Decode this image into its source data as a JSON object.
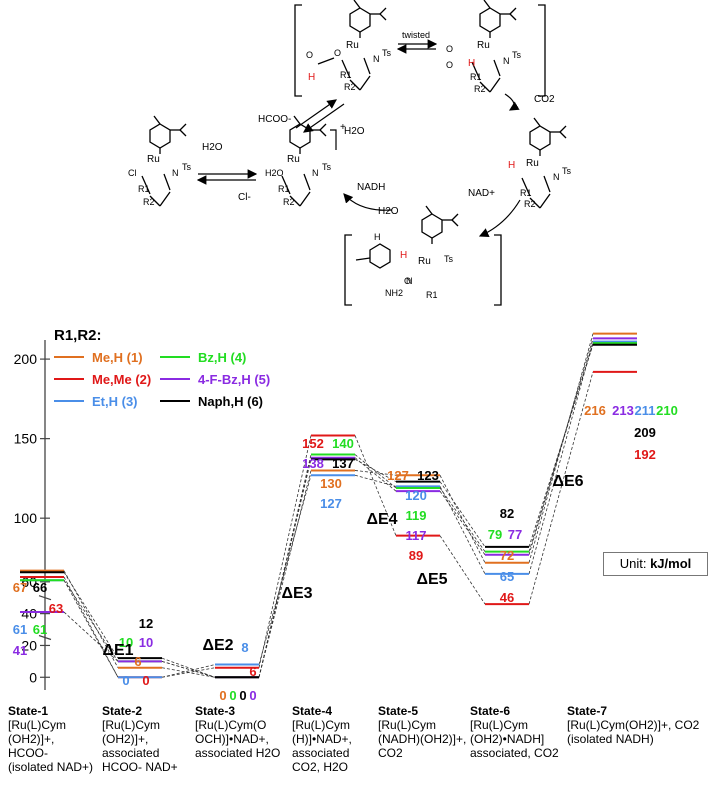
{
  "scheme": {
    "arrow_labels": {
      "twisted": "twisted",
      "h2o_left": "H2O",
      "cl": "Cl-",
      "hcoo": "HCOO-",
      "h2o_mid": "H2O",
      "co2": "CO2",
      "nadh": "NADH",
      "h2o_bottom": "H2O",
      "nad_plus": "NAD+"
    },
    "atom_labels": {
      "ru": "Ru",
      "ts": "Ts",
      "n": "N",
      "o": "O",
      "h": "H",
      "cl": "Cl",
      "r1": "R1",
      "r2": "R2",
      "nh2": "NH2",
      "h2o": "H2O",
      "charge": "+"
    }
  },
  "legend": {
    "title": "R1,R2:",
    "entries": [
      {
        "label": "Me,H (1)",
        "color": "#e07020"
      },
      {
        "label": "Me,Me (2)",
        "color": "#e01818"
      },
      {
        "label": "Et,H (3)",
        "color": "#4a8ee8"
      },
      {
        "label": "Bz,H (4)",
        "color": "#22dd22"
      },
      {
        "label": "4-F-Bz,H (5)",
        "color": "#8a2be2"
      },
      {
        "label": "Naph,H (6)",
        "color": "#000000"
      }
    ]
  },
  "unit_label": {
    "prefix": "Unit: ",
    "unit": "kJ/mol"
  },
  "chart_data": {
    "type": "energy-profile",
    "ylim": [
      -8,
      212
    ],
    "y_ticks": [
      0,
      20,
      40,
      60,
      100,
      150,
      200
    ],
    "states": [
      {
        "title": "State-1",
        "desc": "[Ru(L)Cym (OH2)]+, HCOO- (isolated NAD+)"
      },
      {
        "title": "State-2",
        "desc": "[Ru(L)Cym (OH2)]+, associated HCOO- NAD+"
      },
      {
        "title": "State-3",
        "desc": "[Ru(L)Cym(O OCH)]•NAD+, associated H2O"
      },
      {
        "title": "State-4",
        "desc": "[Ru(L)Cym (H)]•NAD+, associated CO2, H2O"
      },
      {
        "title": "State-5",
        "desc": "[Ru(L)Cym (NADH)(OH2)]+, CO2"
      },
      {
        "title": "State-6",
        "desc": "[Ru(L)Cym (OH2)•NADH] associated, CO2"
      },
      {
        "title": "State-7",
        "desc": "[Ru(L)Cym(OH2)]+, CO2 (isolated NADH)"
      }
    ],
    "series": [
      {
        "name": "Me,H (1)",
        "color": "#e07020",
        "values": [
          67,
          6,
          0,
          130,
          127,
          72,
          216
        ]
      },
      {
        "name": "Me,Me (2)",
        "color": "#e01818",
        "values": [
          63,
          0,
          6,
          152,
          89,
          46,
          192
        ]
      },
      {
        "name": "Et,H (3)",
        "color": "#4a8ee8",
        "values": [
          61,
          0,
          8,
          127,
          120,
          65,
          211
        ]
      },
      {
        "name": "Bz,H (4)",
        "color": "#22dd22",
        "values": [
          61,
          10,
          0,
          140,
          119,
          79,
          210
        ]
      },
      {
        "name": "4-F-Bz,H (5)",
        "color": "#8a2be2",
        "values": [
          41,
          10,
          0,
          138,
          117,
          77,
          213
        ]
      },
      {
        "name": "Naph,H (6)",
        "color": "#000000",
        "values": [
          66,
          12,
          0,
          137,
          123,
          82,
          209
        ]
      }
    ],
    "value_labels": [
      {
        "text": "67",
        "color": "#e07020",
        "state": 0,
        "slot": "a",
        "row": 0
      },
      {
        "text": "66",
        "color": "#000000",
        "state": 0,
        "slot": "b",
        "row": 0
      },
      {
        "text": "63",
        "color": "#e01818",
        "state": 0,
        "slot": "r",
        "row": 1
      },
      {
        "text": "61",
        "color": "#4a8ee8",
        "state": 0,
        "slot": "a",
        "row": 2
      },
      {
        "text": "61",
        "color": "#22dd22",
        "state": 0,
        "slot": "b",
        "row": 2
      },
      {
        "text": "41",
        "color": "#8a2be2",
        "state": 0,
        "slot": "a",
        "row": 3
      },
      {
        "text": "12",
        "color": "#000000",
        "state": 1,
        "slot": "b",
        "row": 0
      },
      {
        "text": "10",
        "color": "#22dd22",
        "state": 1,
        "slot": "a",
        "row": 1
      },
      {
        "text": "10",
        "color": "#8a2be2",
        "state": 1,
        "slot": "b",
        "row": 1
      },
      {
        "text": "6",
        "color": "#e07020",
        "state": 1,
        "slot": "m",
        "row": 2
      },
      {
        "text": "0",
        "color": "#4a8ee8",
        "state": 1,
        "slot": "a",
        "row": 3
      },
      {
        "text": "0",
        "color": "#e01818",
        "state": 1,
        "slot": "b",
        "row": 3
      },
      {
        "text": "8",
        "color": "#4a8ee8",
        "state": 2,
        "slot": "m",
        "row": 0
      },
      {
        "text": "6",
        "color": "#e01818",
        "state": 2,
        "slot": "r",
        "row": 1
      },
      {
        "text": "0",
        "color": "#e07020",
        "state": 2,
        "slot": "0",
        "row": 2
      },
      {
        "text": "0",
        "color": "#22dd22",
        "state": 2,
        "slot": "1",
        "row": 2
      },
      {
        "text": "0",
        "color": "#000000",
        "state": 2,
        "slot": "2",
        "row": 2
      },
      {
        "text": "0",
        "color": "#8a2be2",
        "state": 2,
        "slot": "3",
        "row": 2
      },
      {
        "text": "152",
        "color": "#e01818",
        "state": 3,
        "slot": "a",
        "row": 0
      },
      {
        "text": "140",
        "color": "#22dd22",
        "state": 3,
        "slot": "b",
        "row": 0
      },
      {
        "text": "138",
        "color": "#8a2be2",
        "state": 3,
        "slot": "a",
        "row": 1
      },
      {
        "text": "137",
        "color": "#000000",
        "state": 3,
        "slot": "b",
        "row": 1
      },
      {
        "text": "130",
        "color": "#e07020",
        "state": 3,
        "slot": "m",
        "row": 2
      },
      {
        "text": "127",
        "color": "#4a8ee8",
        "state": 3,
        "slot": "m",
        "row": 3
      },
      {
        "text": "127",
        "color": "#e07020",
        "state": 4,
        "slot": "a",
        "row": 0
      },
      {
        "text": "123",
        "color": "#000000",
        "state": 4,
        "slot": "b",
        "row": 0
      },
      {
        "text": "120",
        "color": "#4a8ee8",
        "state": 4,
        "slot": "m",
        "row": 1
      },
      {
        "text": "119",
        "color": "#22dd22",
        "state": 4,
        "slot": "m",
        "row": 2
      },
      {
        "text": "117",
        "color": "#8a2be2",
        "state": 4,
        "slot": "m",
        "row": 3
      },
      {
        "text": "89",
        "color": "#e01818",
        "state": 4,
        "slot": "m",
        "row": 4
      },
      {
        "text": "82",
        "color": "#000000",
        "state": 5,
        "slot": "m",
        "row": 0
      },
      {
        "text": "79",
        "color": "#22dd22",
        "state": 5,
        "slot": "a",
        "row": 1
      },
      {
        "text": "77",
        "color": "#8a2be2",
        "state": 5,
        "slot": "b",
        "row": 1
      },
      {
        "text": "72",
        "color": "#e07020",
        "state": 5,
        "slot": "m",
        "row": 2
      },
      {
        "text": "65",
        "color": "#4a8ee8",
        "state": 5,
        "slot": "m",
        "row": 3
      },
      {
        "text": "46",
        "color": "#e01818",
        "state": 5,
        "slot": "m",
        "row": 4
      },
      {
        "text": "216",
        "color": "#e07020",
        "state": 6,
        "slot": "a",
        "row": 0
      },
      {
        "text": "213",
        "color": "#8a2be2",
        "state": 6,
        "slot": "b",
        "row": 0
      },
      {
        "text": "211",
        "color": "#4a8ee8",
        "state": 6,
        "slot": "c",
        "row": 0
      },
      {
        "text": "210",
        "color": "#22dd22",
        "state": 6,
        "slot": "d",
        "row": 0
      },
      {
        "text": "209",
        "color": "#000000",
        "state": 6,
        "slot": "c",
        "row": 1
      },
      {
        "text": "192",
        "color": "#e01818",
        "state": 6,
        "slot": "c",
        "row": 2
      }
    ],
    "transitions": [
      "ΔE1",
      "ΔE2",
      "ΔE3",
      "ΔE4",
      "ΔE5",
      "ΔE6"
    ]
  }
}
